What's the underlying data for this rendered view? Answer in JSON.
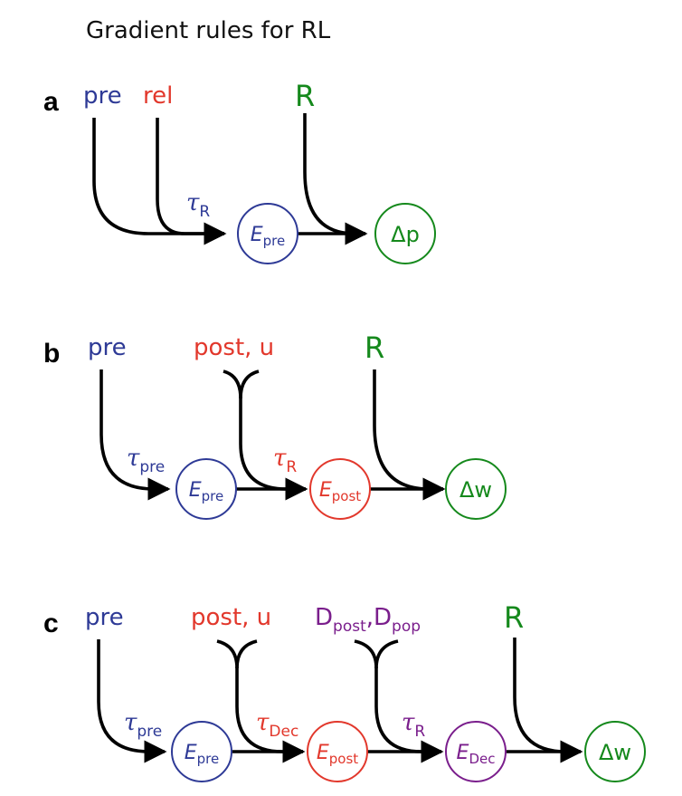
{
  "title": "Gradient rules for RL",
  "colors": {
    "pre": "#2e3a96",
    "post": "#e2382c",
    "reward": "#15891c",
    "dec": "#7a1e8c",
    "arrow": "#000000"
  },
  "panels": {
    "a": {
      "letter": "a",
      "inputs": {
        "pre": "pre",
        "rel": "rel",
        "R": "R"
      },
      "tau": {
        "sym": "τ",
        "sub": "R"
      },
      "nodes": {
        "epre": {
          "base": "E",
          "sub": "pre"
        },
        "dp": {
          "label": "Δp"
        }
      }
    },
    "b": {
      "letter": "b",
      "inputs": {
        "pre": "pre",
        "post": "post, u",
        "R": "R"
      },
      "taus": {
        "pre": {
          "sym": "τ",
          "sub": "pre"
        },
        "R": {
          "sym": "τ",
          "sub": "R"
        }
      },
      "nodes": {
        "epre": {
          "base": "E",
          "sub": "pre"
        },
        "epost": {
          "base": "E",
          "sub": "post"
        },
        "dw": {
          "label": "Δw"
        }
      }
    },
    "c": {
      "letter": "c",
      "inputs": {
        "pre": "pre",
        "post": "post, u",
        "d1": {
          "base": "D",
          "sub": "post"
        },
        "comma": ",",
        "d2": {
          "base": "D",
          "sub": "pop"
        },
        "R": "R"
      },
      "taus": {
        "pre": {
          "sym": "τ",
          "sub": "pre"
        },
        "dec": {
          "sym": "τ",
          "sub": "Dec"
        },
        "R": {
          "sym": "τ",
          "sub": "R"
        }
      },
      "nodes": {
        "epre": {
          "base": "E",
          "sub": "pre"
        },
        "epost": {
          "base": "E",
          "sub": "post"
        },
        "edec": {
          "base": "E",
          "sub": "Dec"
        },
        "dw": {
          "label": "Δw"
        }
      }
    }
  }
}
